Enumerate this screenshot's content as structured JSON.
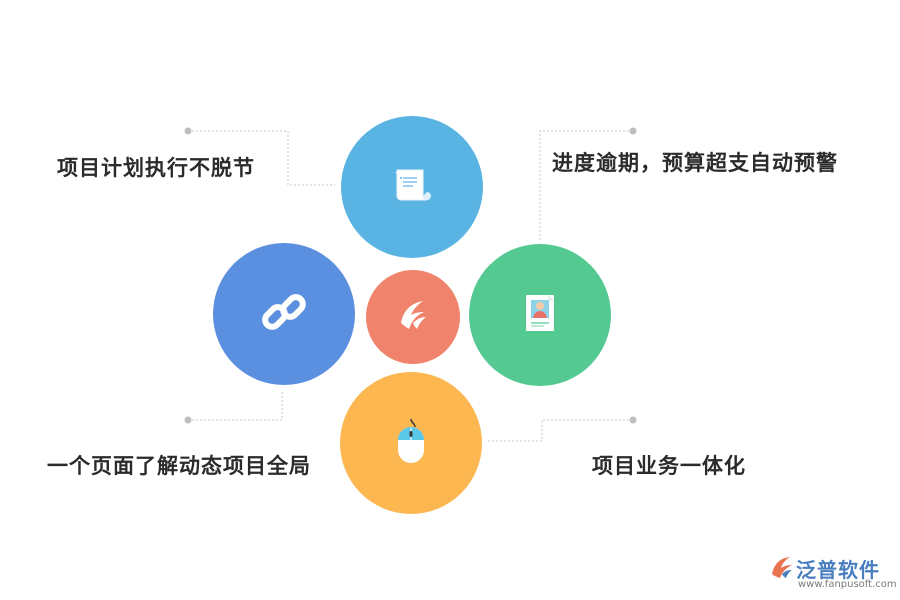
{
  "labels": {
    "top_left": "项目计划执行不脱节",
    "top_right": "进度逾期，预算超支自动预警",
    "bottom_left": "一个页面了解动态项目全局",
    "bottom_right": "项目业务一体化"
  },
  "circles": {
    "top": {
      "color": "#59b4e3",
      "icon": "scroll-document-icon"
    },
    "left": {
      "color": "#5b8fe0",
      "icon": "chain-link-icon"
    },
    "center": {
      "color": "#f0836b",
      "icon": "brand-logo-icon"
    },
    "right": {
      "color": "#55c992",
      "icon": "profile-card-icon"
    },
    "bottom": {
      "color": "#fdb750",
      "icon": "computer-mouse-icon"
    }
  },
  "colors": {
    "connector": "#bcbcbc",
    "text": "#2b2b2b",
    "brand": "#4a7fbf"
  },
  "brand": {
    "name": "泛普软件",
    "url": "www.fanpusoft.com"
  }
}
